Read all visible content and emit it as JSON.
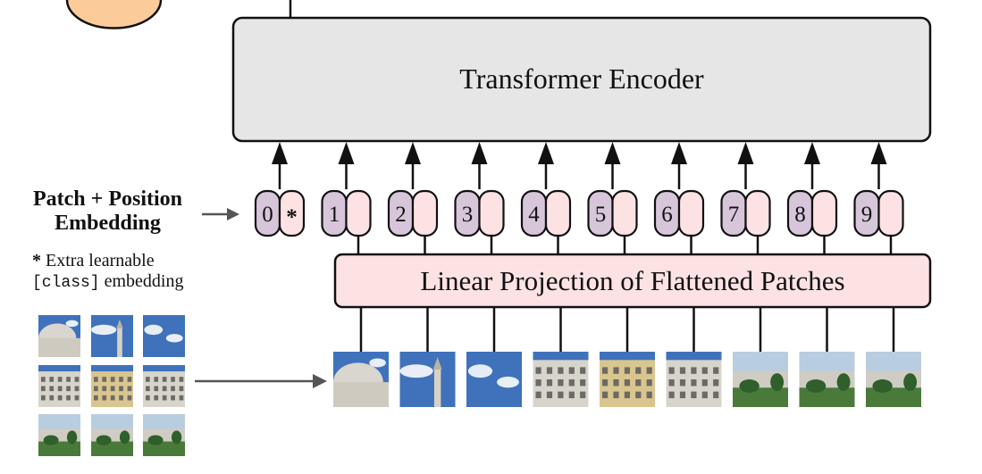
{
  "encoder": {
    "label": "Transformer Encoder"
  },
  "projection": {
    "label": "Linear Projection of Flattened Patches"
  },
  "embedding": {
    "title_line1": "Patch + Position",
    "title_line2": "Embedding"
  },
  "note": {
    "star": "*",
    "text1": " Extra learnable",
    "code": "[class]",
    "text2": " embedding"
  },
  "tokens": [
    {
      "pos": "0",
      "extra": "*"
    },
    {
      "pos": "1"
    },
    {
      "pos": "2"
    },
    {
      "pos": "3"
    },
    {
      "pos": "4"
    },
    {
      "pos": "5"
    },
    {
      "pos": "6"
    },
    {
      "pos": "7"
    },
    {
      "pos": "8"
    },
    {
      "pos": "9"
    }
  ],
  "colors": {
    "encoder_fill": "#e6e6e6",
    "projection_fill": "#fde2e4",
    "position_fill": "#d7c6da",
    "patch_fill": "#fde2e4",
    "head_fill": "#fccb9a",
    "arrow_gray": "#555555"
  }
}
